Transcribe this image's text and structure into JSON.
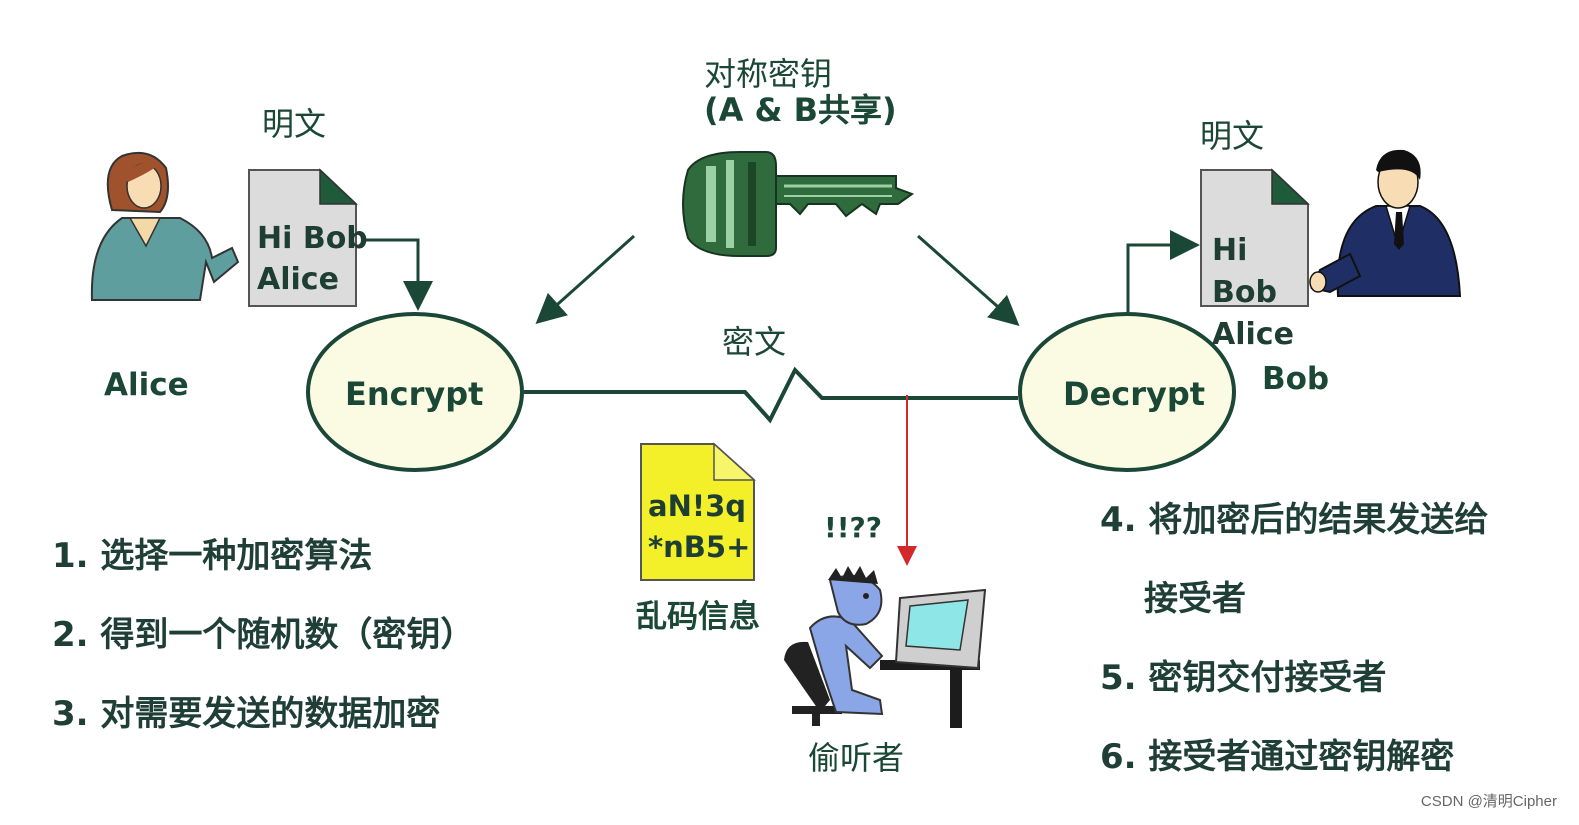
{
  "labels": {
    "key_title": "对称密钥",
    "key_subtitle": "(A & B共享)",
    "plaintext_left": "明文",
    "plaintext_right": "明文",
    "ciphertext": "密文",
    "alice_name": "Alice",
    "bob_name": "Bob",
    "encrypt": "Encrypt",
    "decrypt": "Decrypt",
    "garbled_info": "乱码信息",
    "eavesdropper_exclaim": "!!??",
    "eavesdropper": "偷听者"
  },
  "documents": {
    "left_lines": [
      "Hi Bob",
      "Alice"
    ],
    "right_lines": [
      "Hi",
      "Bob",
      "Alice"
    ],
    "garbled_lines": [
      "aN!3q",
      "*nB5+"
    ]
  },
  "steps_left": [
    "1. 选择一种加密算法",
    "2. 得到一个随机数（密钥）",
    "3. 对需要发送的数据加密"
  ],
  "steps_right": [
    "4. 将加密后的结果发送给",
    "接受者",
    "5. 密钥交付接受者",
    "6. 接受者通过密钥解密"
  ],
  "watermark": "CSDN @清明Cipher",
  "colors": {
    "ink": "#1b4736",
    "ellipse_fill": "#fbfbe4",
    "key_green": "#2f6b3c",
    "doc_fill": "#dcdcdc",
    "garbled_fill": "#f3f02a",
    "alert_line": "#d22a2a"
  }
}
